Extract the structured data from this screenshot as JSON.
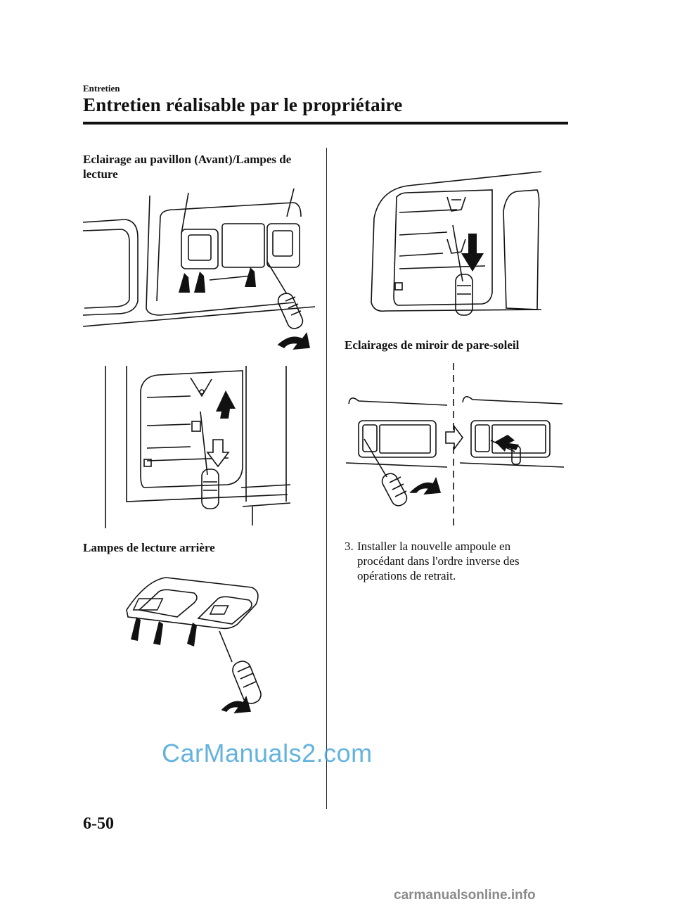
{
  "header": {
    "section": "Entretien",
    "title": "Entretien réalisable par le propriétaire"
  },
  "left_column": {
    "heading_front": "Eclairage au pavillon (Avant)/Lampes de lecture",
    "heading_rear": "Lampes de lecture arrière"
  },
  "right_column": {
    "heading_sunvisor": "Eclairages de miroir de pare-soleil",
    "step3_number": "3.",
    "step3_text": "Installer la nouvelle ampoule en procédant dans l'ordre inverse des opérations de retrait."
  },
  "footer": {
    "page_number": "6-50",
    "watermark_blue": "CarManuals2.com",
    "watermark_gray": "carmanualsonline.info"
  },
  "figures": [
    {
      "name": "front-overhead-lamp-figure"
    },
    {
      "name": "bulb-removal-figure-left"
    },
    {
      "name": "rear-reading-lamp-figure"
    },
    {
      "name": "bulb-removal-figure-right"
    },
    {
      "name": "sun-visor-mirror-lamp-figure"
    }
  ]
}
